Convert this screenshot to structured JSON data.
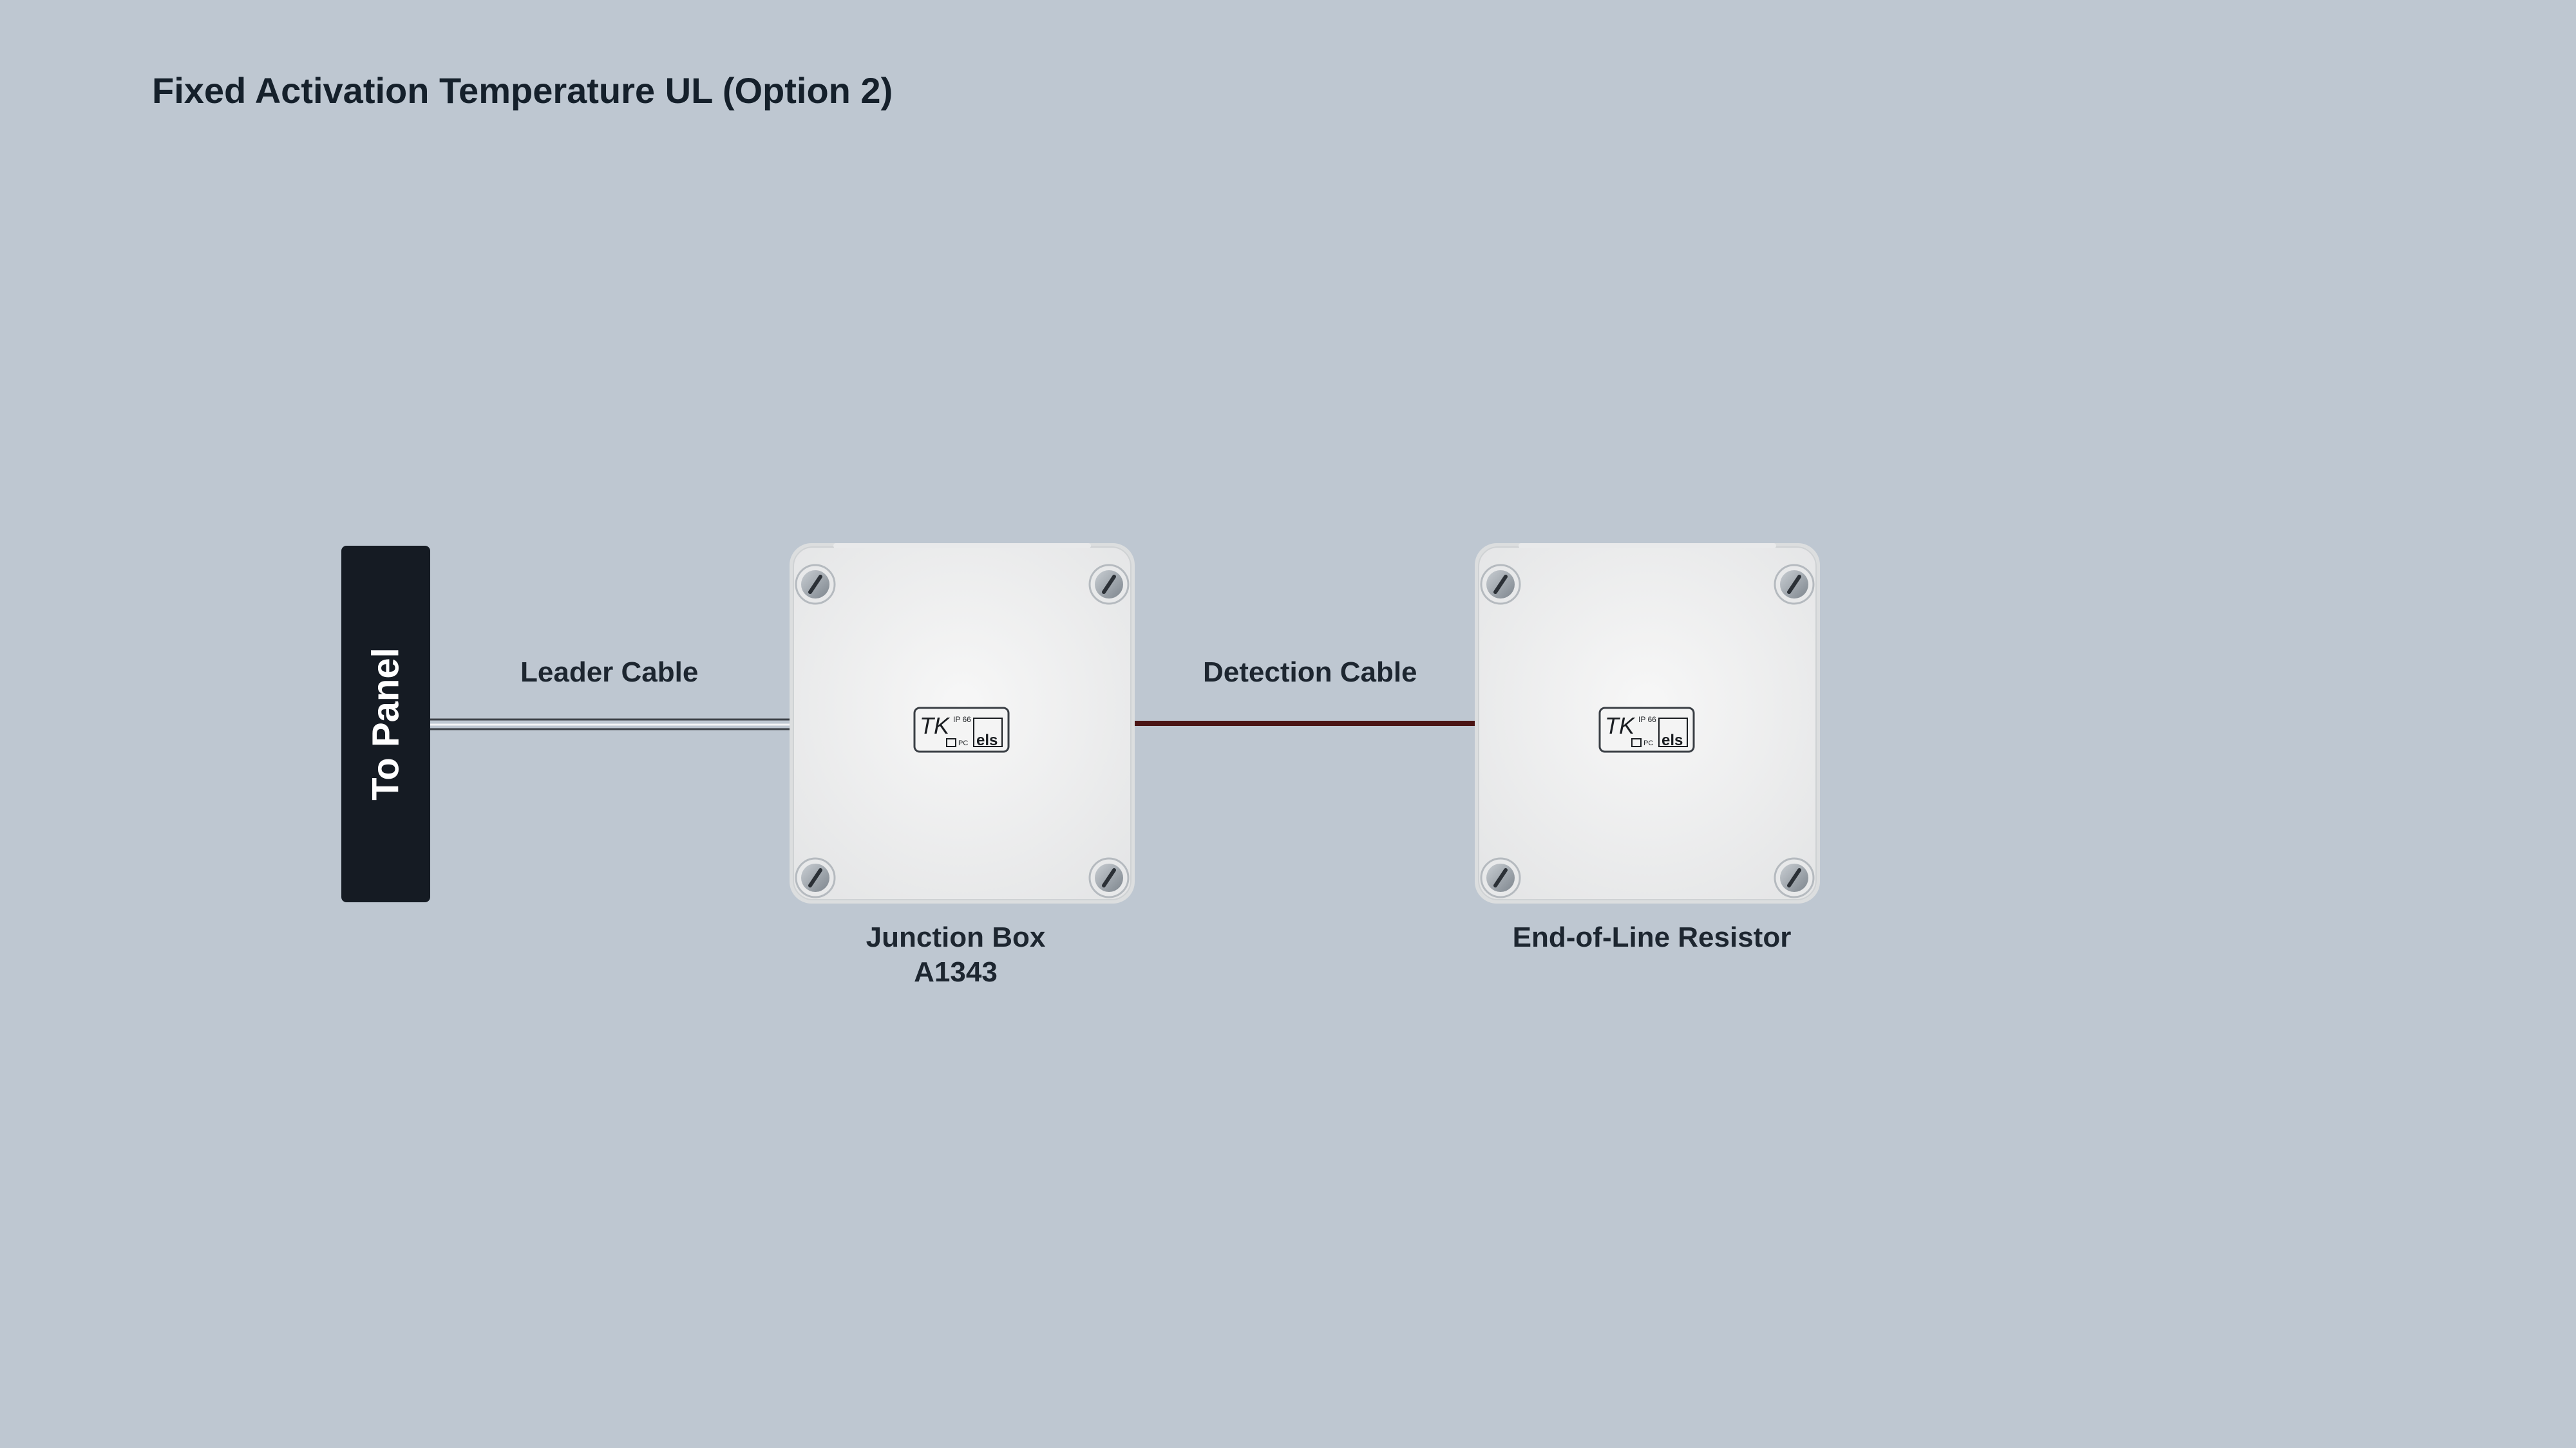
{
  "title": "Fixed Activation Temperature UL (Option 2)",
  "panel": {
    "label": "To Panel",
    "color": "#151b23"
  },
  "cables": {
    "leader": {
      "label": "Leader Cable",
      "color": "#4a4f55"
    },
    "detection": {
      "label": "Detection Cable",
      "color": "#4a1414"
    }
  },
  "boxes": {
    "junction": {
      "line1": "Junction Box",
      "line2": "A1343"
    },
    "end_of_line": {
      "line1": "End-of-Line Resistor"
    }
  },
  "box_badge": {
    "brand": "TK",
    "rating": "IP 66",
    "material": "PC",
    "maker": "els"
  },
  "colors": {
    "background": "#bec7d1",
    "box": "#f1f2f2",
    "text": "#15202b"
  }
}
